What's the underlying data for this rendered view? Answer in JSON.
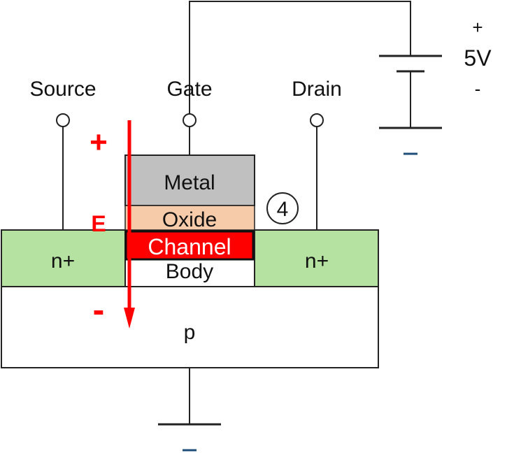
{
  "terminals": {
    "source": "Source",
    "gate": "Gate",
    "drain": "Drain"
  },
  "layers": {
    "metal": "Metal",
    "oxide": "Oxide",
    "channel": "Channel",
    "body": "Body",
    "substrate": "p",
    "source_region": "n+",
    "drain_region": "n+"
  },
  "battery": {
    "plus": "+",
    "voltage": "5V",
    "minus": "-"
  },
  "field": {
    "label": "E",
    "plus": "+",
    "minus": "-"
  },
  "step_marker": "4",
  "colors": {
    "metal": "#c0c0c0",
    "oxide": "#f5cbaa",
    "channel": "#ff0000",
    "n_region": "#b5e2a0",
    "field": "#ff0000",
    "ground_mark": "#1f4e79"
  }
}
